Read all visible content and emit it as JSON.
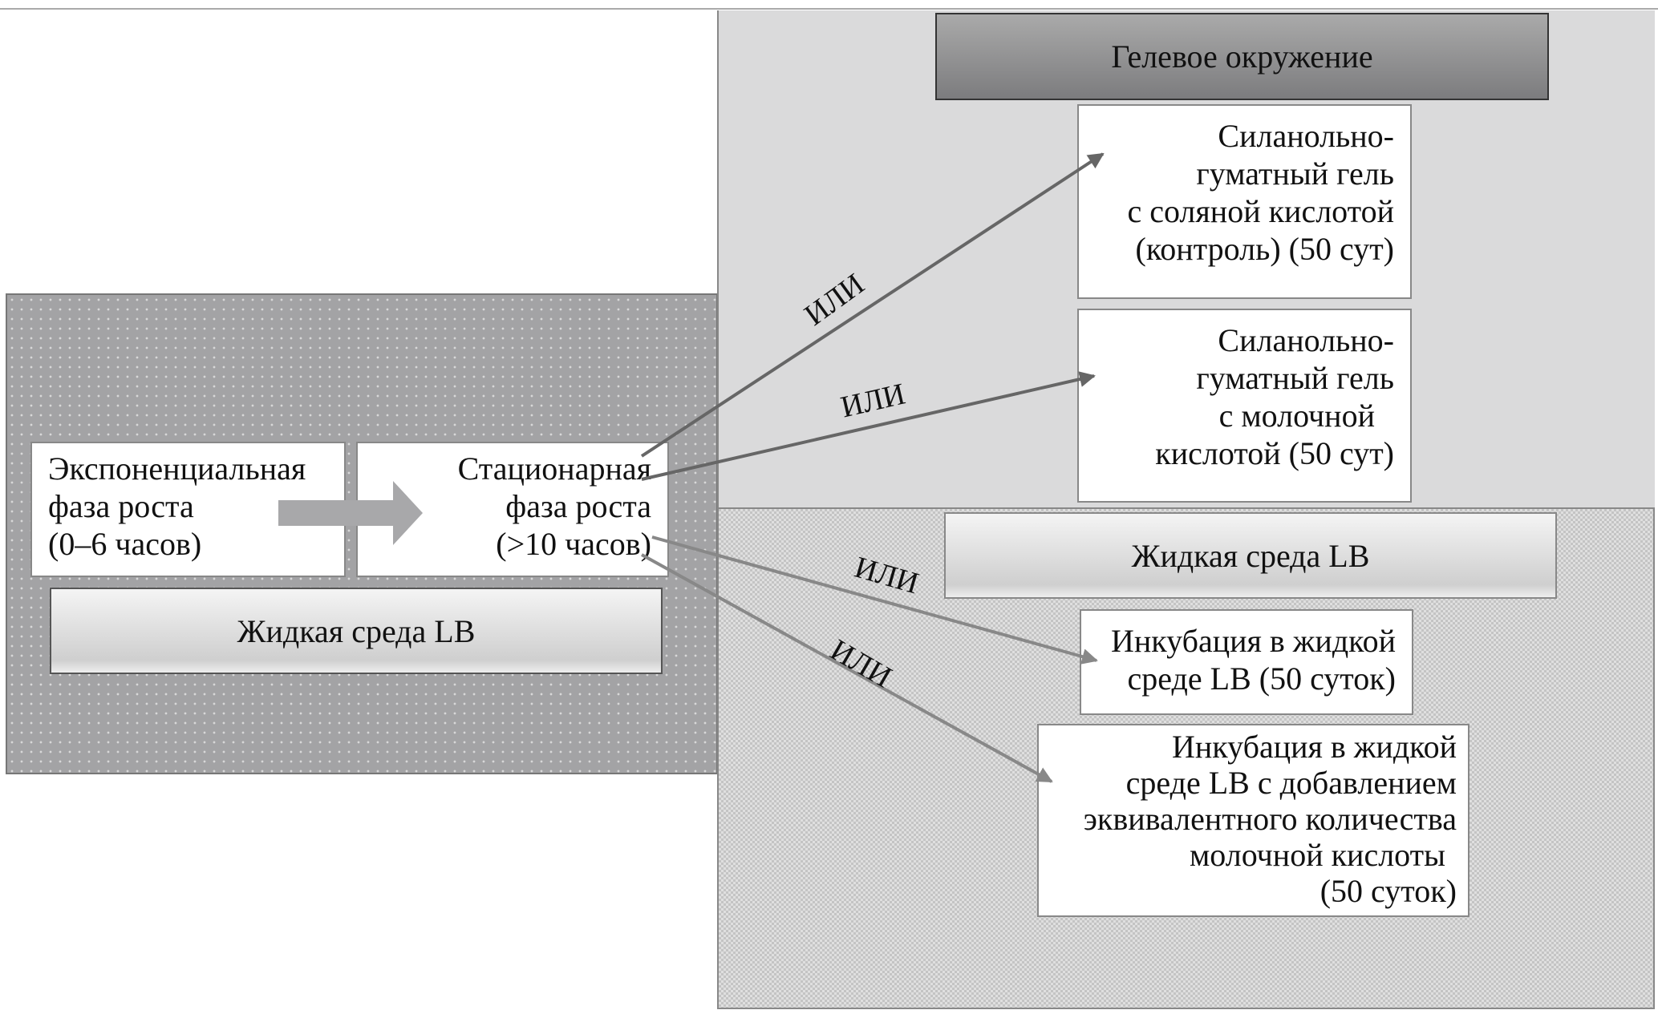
{
  "left": {
    "exponential": [
      "Экспоненциальная",
      "фаза роста",
      "(0–6 часов)"
    ],
    "stationary": [
      "Стационарная",
      "фаза роста",
      "(>10 часов)"
    ],
    "medium": "Жидкая среда LB"
  },
  "gel": {
    "header": "Гелевое окружение",
    "box1": [
      "Силанольно-",
      "гуматный гель",
      "с соляной кислотой",
      "(контроль) (50 сут)"
    ],
    "box2": [
      "Силанольно-",
      "гуматный гель",
      "с молочной",
      "кислотой (50 сут)"
    ]
  },
  "liquid": {
    "header": "Жидкая среда LB",
    "box3": [
      "Инкубация в жидкой",
      "среде LB (50 суток)"
    ],
    "box4": [
      "Инкубация в жидкой",
      "среде LB с добавлением",
      "эквивалентного количества",
      "молочной кислоты",
      "(50 суток)"
    ]
  },
  "connector_label": "ИЛИ"
}
